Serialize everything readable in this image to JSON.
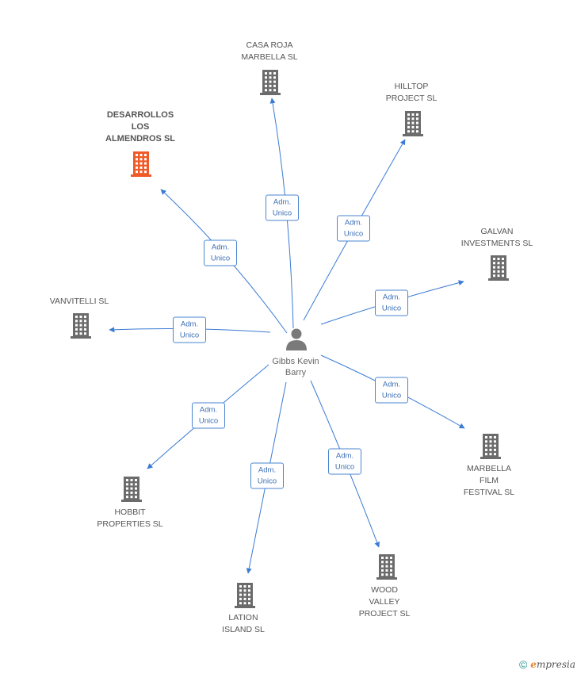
{
  "center": {
    "name_line1": "Gibbs Kevin",
    "name_line2": "Barry"
  },
  "edge_label": {
    "line1": "Adm.",
    "line2": "Unico"
  },
  "colors": {
    "edge": "#3a7bd5",
    "building": "#6b6b6b",
    "building_highlight": "#f05a28"
  },
  "nodes": [
    {
      "id": "casa-roja",
      "lines": [
        "CASA ROJA",
        "MARBELLA SL"
      ],
      "highlight": false
    },
    {
      "id": "hilltop",
      "lines": [
        "HILLTOP",
        "PROJECT SL"
      ],
      "highlight": false
    },
    {
      "id": "desarrollos",
      "lines": [
        "DESARROLLOS",
        "LOS",
        "ALMENDROS SL"
      ],
      "highlight": true
    },
    {
      "id": "galvan",
      "lines": [
        "GALVAN",
        "INVESTMENTS SL"
      ],
      "highlight": false
    },
    {
      "id": "vanvitelli",
      "lines": [
        "VANVITELLI SL"
      ],
      "highlight": false
    },
    {
      "id": "marbella-film",
      "lines": [
        "MARBELLA",
        "FILM",
        "FESTIVAL SL"
      ],
      "highlight": false
    },
    {
      "id": "hobbit",
      "lines": [
        "HOBBIT",
        "PROPERTIES SL"
      ],
      "highlight": false
    },
    {
      "id": "wood-valley",
      "lines": [
        "WOOD",
        "VALLEY",
        "PROJECT SL"
      ],
      "highlight": false
    },
    {
      "id": "lation",
      "lines": [
        "LATION",
        "ISLAND SL"
      ],
      "highlight": false
    }
  ],
  "footer": {
    "copyright": "©",
    "brand_initial": "e",
    "brand_rest": "mpresia"
  }
}
